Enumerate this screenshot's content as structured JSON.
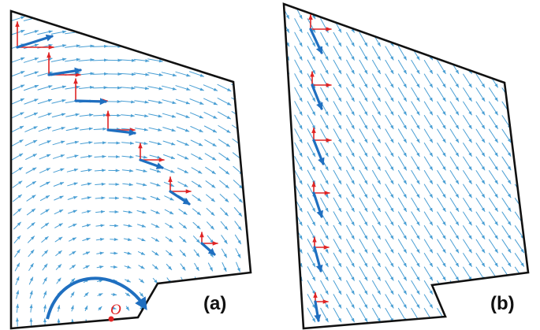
{
  "panels": [
    {
      "id": "a",
      "label": "(a)",
      "field": "rotational"
    },
    {
      "id": "b",
      "label": "(b)",
      "field": "uniform-diagonal"
    }
  ],
  "annotations": {
    "origin_label": "O"
  },
  "colors": {
    "outline": "#111111",
    "field_arrow": "#4a9fd4",
    "principal_arrow": "#1f6fc0",
    "axes_arrow": "#e02424",
    "rotation_arrow": "#1f6fc0",
    "origin_marker": "#e02424"
  },
  "icons": {
    "frame": "red-coordinate-axes-icon",
    "rotation": "curved-rotation-arrow-icon",
    "field": "vector-field-arrow-icon"
  }
}
